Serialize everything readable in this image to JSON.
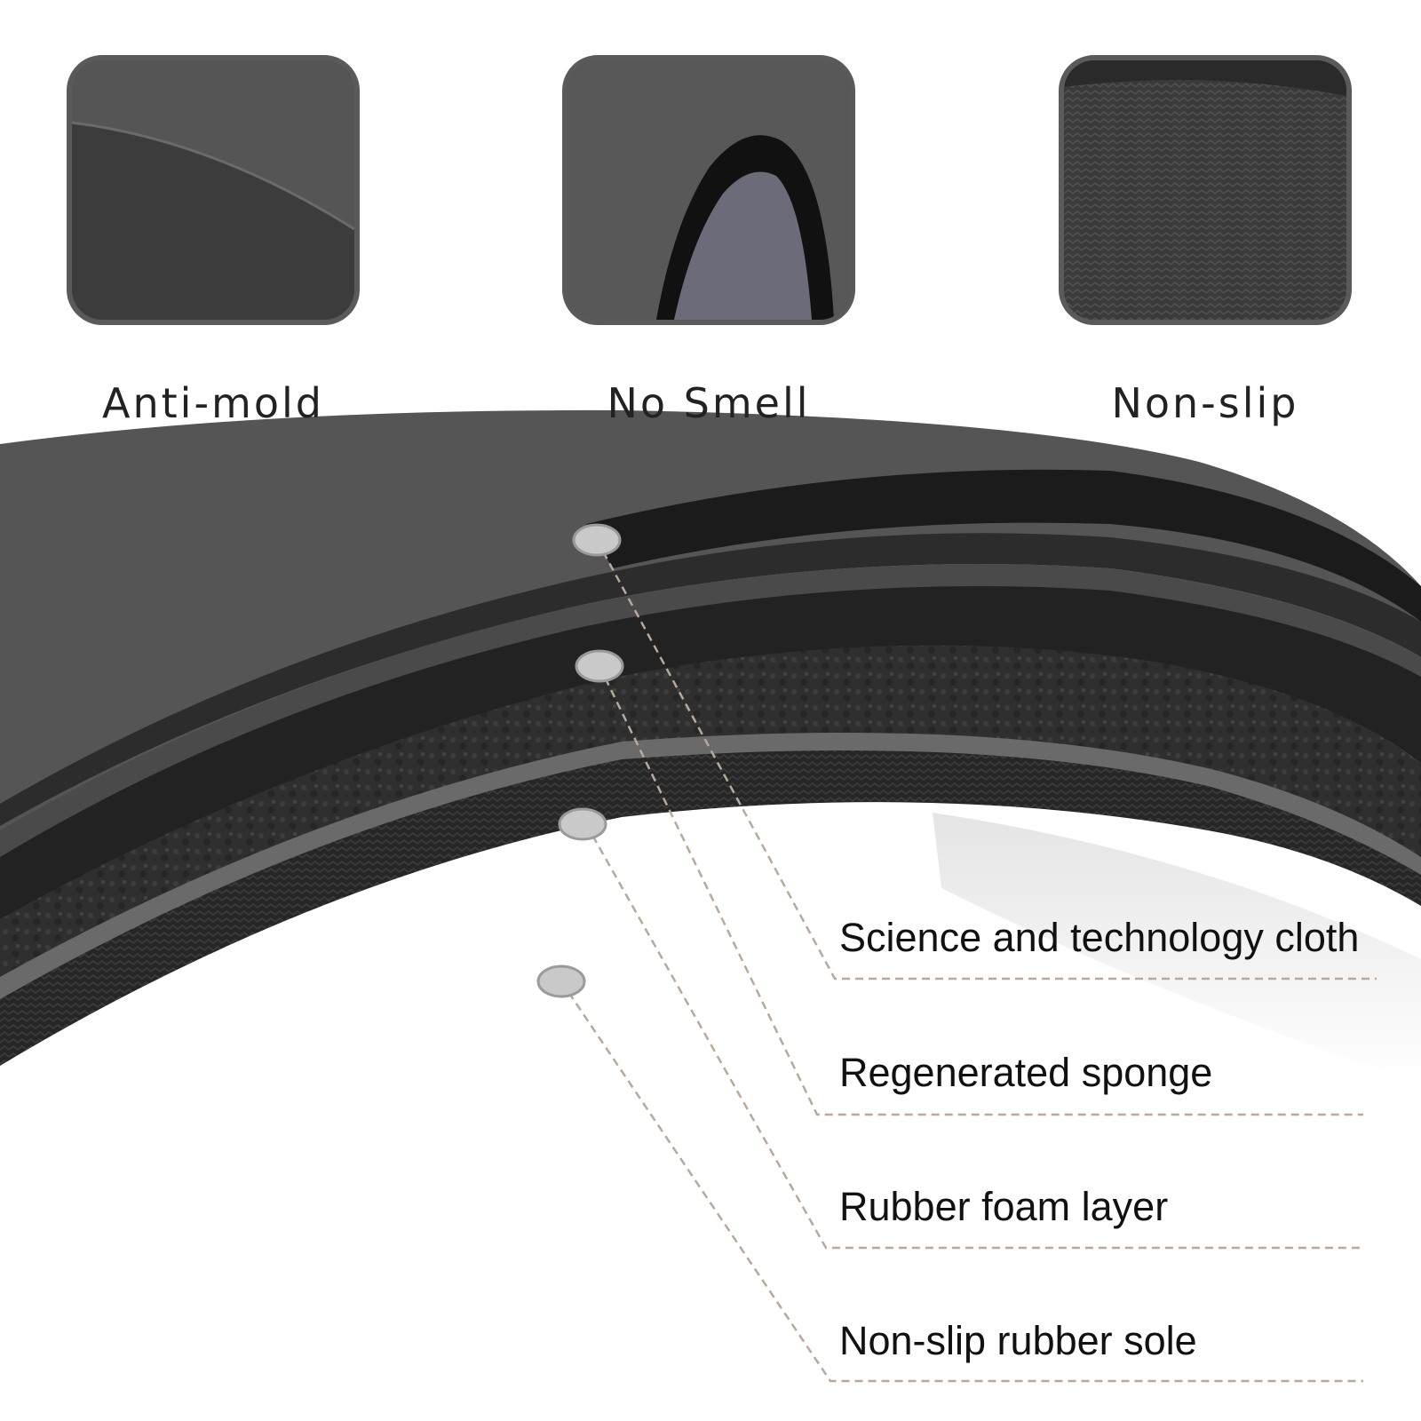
{
  "features": [
    {
      "label": "Anti-mold",
      "icon": "smooth-surface-icon"
    },
    {
      "label": "No Smell",
      "icon": "curled-mat-icon"
    },
    {
      "label": "Non-slip",
      "icon": "textured-base-icon"
    }
  ],
  "layers": [
    {
      "label": "Science and technology cloth"
    },
    {
      "label": "Regenerated sponge"
    },
    {
      "label": "Rubber foam layer"
    },
    {
      "label": "Non-slip rubber sole"
    }
  ],
  "colors": {
    "frame": "#5a5a5a",
    "top_cloth": "#555555",
    "sponge": "#2a2a2a",
    "rubber": "#1d1d1d",
    "sole": "#2b2b2b",
    "leader_line": "#b8a99a",
    "marker": "#c9c9c9"
  }
}
